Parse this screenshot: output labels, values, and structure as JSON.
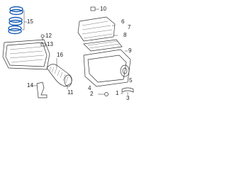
{
  "callouts": [
    {
      "id": "c1",
      "label": "1"
    },
    {
      "id": "c2",
      "label": "2"
    },
    {
      "id": "c3",
      "label": "3"
    },
    {
      "id": "c4",
      "label": "4"
    },
    {
      "id": "c5",
      "label": "5"
    },
    {
      "id": "c6",
      "label": "6"
    },
    {
      "id": "c7",
      "label": "7"
    },
    {
      "id": "c8",
      "label": "8"
    },
    {
      "id": "c9",
      "label": "9"
    },
    {
      "id": "c10",
      "label": "10"
    },
    {
      "id": "c11",
      "label": "11"
    },
    {
      "id": "c12",
      "label": "12"
    },
    {
      "id": "c13",
      "label": "13"
    },
    {
      "id": "c14",
      "label": "14"
    },
    {
      "id": "c15",
      "label": "15"
    },
    {
      "id": "c16",
      "label": "16"
    }
  ],
  "colors": {
    "highlight_part": "#1a5fb4",
    "line": "#333333"
  }
}
